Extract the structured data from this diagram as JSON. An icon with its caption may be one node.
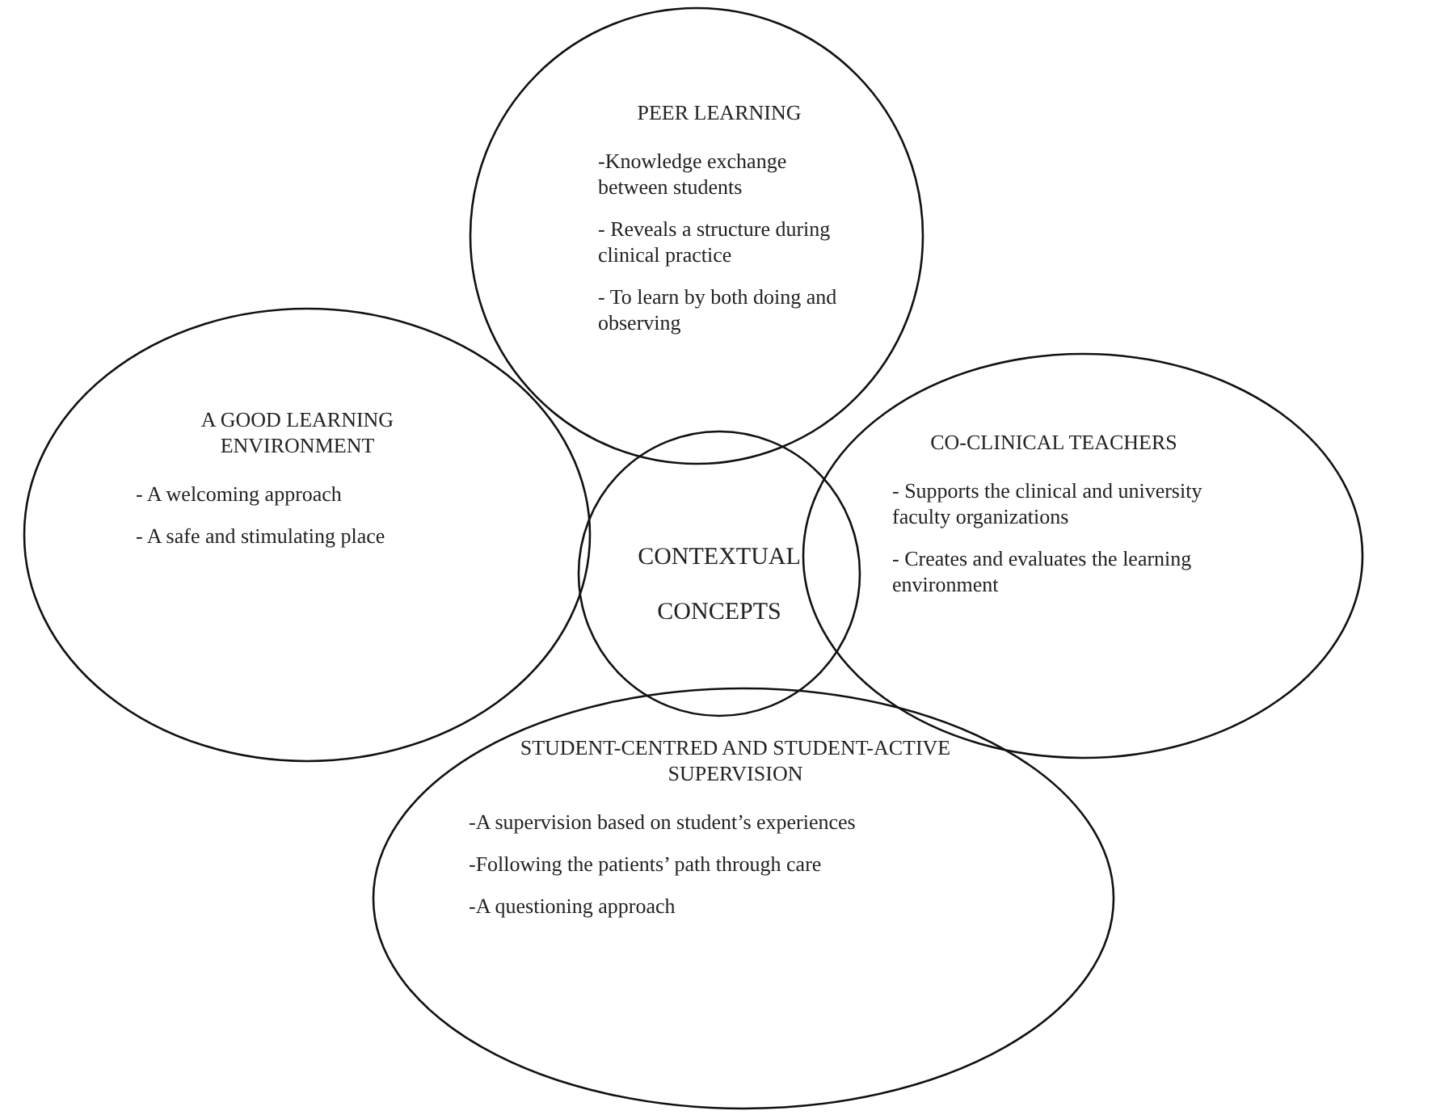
{
  "diagram": {
    "nodes": [
      {
        "text": [
          "PEER LEARNING",
          "-Knowledge exchange between students",
          "- Reveals a structure during clinical practice",
          "- To learn by both doing and observing"
        ]
      },
      {
        "text": [
          "A GOOD LEARNING ENVIRONMENT",
          "- A welcoming approach",
          "- A safe and stimulating place"
        ]
      },
      {
        "text": [
          "CONTEXTUAL CONCEPTS"
        ]
      },
      {
        "text": [
          "CO-CLINICAL TEACHERS",
          "- Supports the clinical and university faculty organizations",
          "- Creates and evaluates the learning environment"
        ]
      },
      {
        "text": [
          "STUDENT-CENTRED AND STUDENT-ACTIVE SUPERVISION",
          "-A supervision based on student’s experiences",
          "-Following the patients’ path through care",
          "-A questioning approach"
        ]
      }
    ]
  }
}
